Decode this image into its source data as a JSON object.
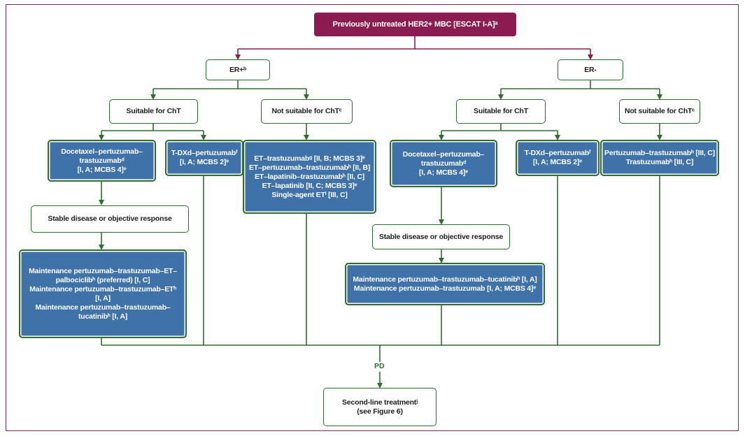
{
  "root": {
    "text": "Previously untreated HER2+ MBC [ESCAT I-A]ᵃ"
  },
  "er_pos": {
    "text": "ER+ᵇ"
  },
  "er_neg": {
    "text": "ER-"
  },
  "pos_suitable": {
    "text": "Suitable for ChT"
  },
  "pos_not_suitable": {
    "text": "Not suitable for ChTᶜ"
  },
  "neg_suitable": {
    "text": "Suitable for ChT"
  },
  "neg_not_suitable": {
    "text": "Not suitable for ChTᶜ"
  },
  "pos_docetaxel": {
    "line1": "Docetaxel–pertuzumab–",
    "line2": "trastuzumabᵈ",
    "line3": "[I, A; MCBS 4]ᵉ"
  },
  "pos_tdxd": {
    "line1": "T-DXd–pertuzumabᶠ",
    "line2": "[I, A; MCBS 2]ᵉ"
  },
  "pos_et": {
    "line1": "ET–trastuzumabᵍ [II, B; MCBS 3]ᵉ",
    "line2": "ET–pertuzumab–trastuzumabʰ [II, B]",
    "line3": "ET–lapatinib–trastuzumabʰ [II, C]",
    "line4": "ET–lapatinib [II, C; MCBS 3]ᵉ",
    "line5": "Single-agent ETⁱ [III, C]"
  },
  "pos_stable": {
    "text": "Stable disease or objective response"
  },
  "pos_maintenance": {
    "line1": "Maintenance pertuzumab–trastuzumab–ET–",
    "line2": "palbociclibʰ (preferred) [I, C]",
    "line3": "Maintenance pertuzumab–trastuzumab–ETʰ",
    "line4": "[I, A]",
    "line5": "Maintenance pertuzumab–trastuzumab–",
    "line6": "tucatinibʰ [I, A]"
  },
  "neg_docetaxel": {
    "line1": "Docetaxel–pertuzumab–",
    "line2": "trastuzumabᵈ",
    "line3": "[I, A; MCBS 4]ᵉ"
  },
  "neg_tdxd": {
    "line1": "T-DXd–pertuzumabᶠ",
    "line2": "[I, A; MCBS 2]ᵉ"
  },
  "neg_pertuzumab": {
    "line1": "Pertuzumab–trastuzumabʰ [III, C]",
    "line2": "Trastuzumabʰ [III, C]"
  },
  "neg_stable": {
    "text": "Stable disease or objective response"
  },
  "neg_maintenance": {
    "line1": "Maintenance pertuzumab–trastuzumab–tucatinibʰ [I, A]",
    "line2": "Maintenance pertuzumab–trastuzumab [I, A; MCBS 4]ᵉ"
  },
  "pd_label": "PD",
  "second_line": {
    "line1": "Second-line treatmentʲ",
    "line2_prefix": "(see ",
    "line2_bold": "Figure 6",
    "line2_suffix": ")"
  },
  "colors": {
    "root": "#8b1c52",
    "blue": "#3e72a8",
    "green": "#2f6d2e"
  }
}
